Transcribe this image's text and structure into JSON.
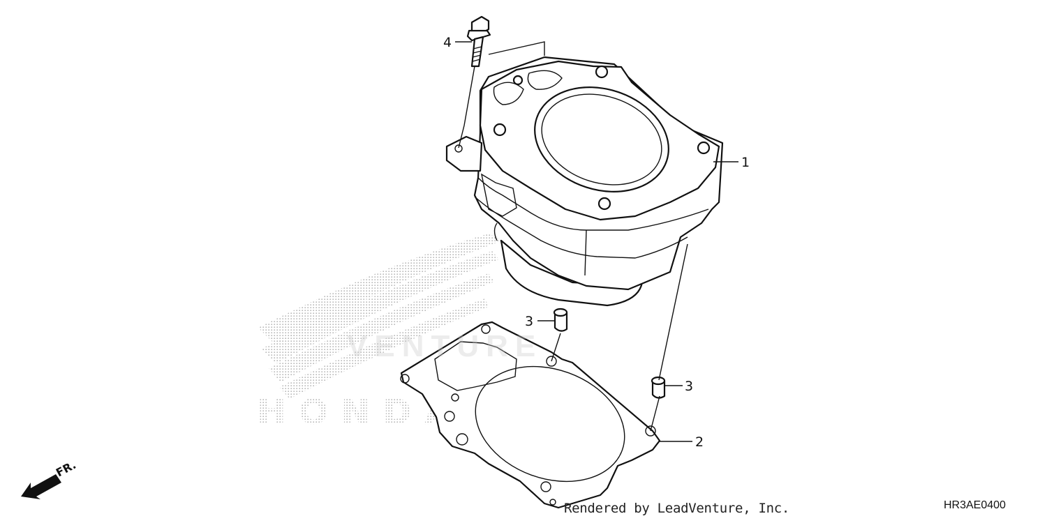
{
  "watermark": {
    "brand_text": "HONDA",
    "dealer_text": "VENTURE"
  },
  "callouts": [
    {
      "number": "1",
      "part": "cylinder"
    },
    {
      "number": "2",
      "part": "cylinder-base-gasket"
    },
    {
      "number": "3",
      "part": "dowel-pin"
    },
    {
      "number": "3",
      "part": "dowel-pin"
    },
    {
      "number": "4",
      "part": "flange-bolt"
    }
  ],
  "direction_indicator": {
    "label": "FR.",
    "icon": "front-direction-arrow-icon"
  },
  "footer": {
    "credit": "Rendered by LeadVenture, Inc.",
    "diagram_code": "HR3AE0400"
  }
}
